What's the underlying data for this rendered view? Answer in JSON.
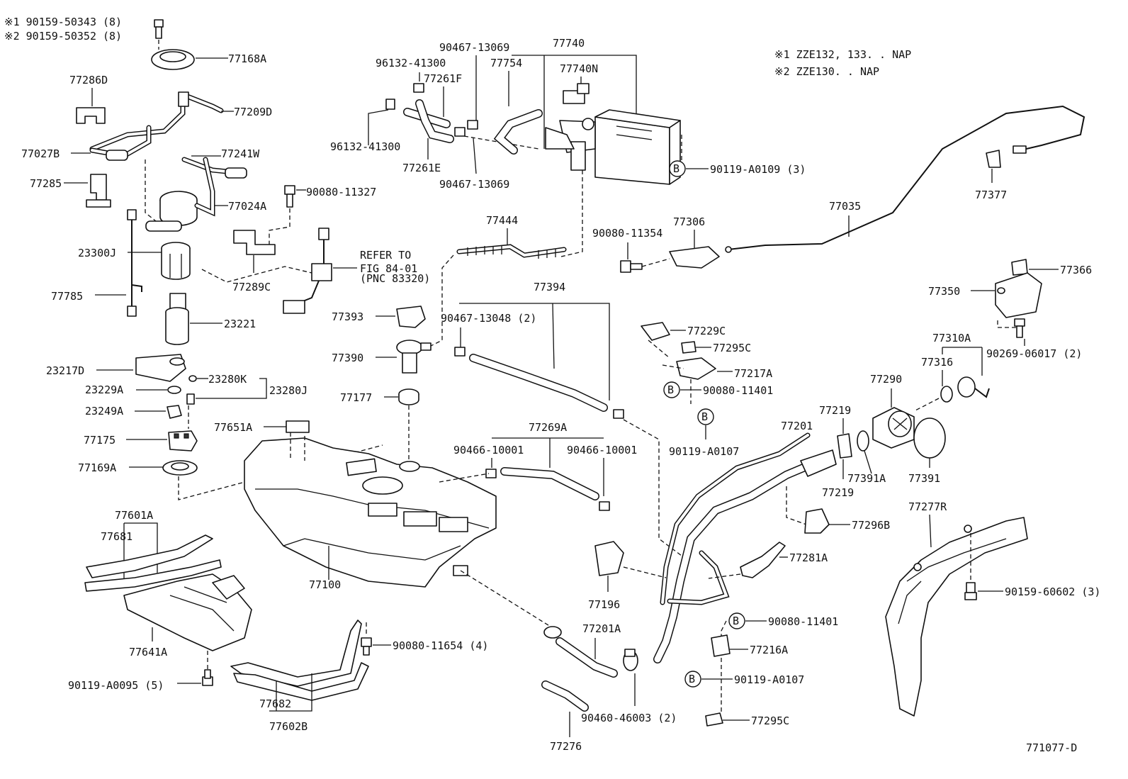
{
  "notes": {
    "tl_line1": "※1  90159-50343 (8)",
    "tl_line2": "※2  90159-50352 (8)",
    "tr_line1": "※1  ZZE132, 133. . NAP",
    "tr_line2": "※2  ZZE130. . NAP",
    "footer_code": "771077-D"
  },
  "refer": {
    "line1": "REFER TO",
    "line2": "FIG 84-01",
    "line3": "(PNC 83320)"
  },
  "bubble_letter": "B",
  "labels": {
    "p77168A": "77168A",
    "p77286D": "77286D",
    "p77209D": "77209D",
    "p77027B": "77027B",
    "p77241W": "77241W",
    "p77285": "77285",
    "p77024A": "77024A",
    "p90080_11327": "90080-11327",
    "p23300J": "23300J",
    "p77289C": "77289C",
    "p77785": "77785",
    "p23221": "23221",
    "p23217D": "23217D",
    "p23280K": "23280K",
    "p23280J": "23280J",
    "p23229A": "23229A",
    "p23249A": "23249A",
    "p77175": "77175",
    "p77169A": "77169A",
    "p77651A": "77651A",
    "p77601A": "77601A",
    "p77681": "77681",
    "p77641A": "77641A",
    "p90119_A0095": "90119-A0095 (5)",
    "p77100": "77100",
    "p90080_11654": "90080-11654 (4)",
    "p77682": "77682",
    "p77602B": "77602B",
    "p96132_41300a": "96132-41300",
    "p96132_41300b": "96132-41300",
    "p77261F": "77261F",
    "p77261E": "77261E",
    "p90467_13069a": "90467-13069",
    "p90467_13069b": "90467-13069",
    "p77754": "77754",
    "p77740": "77740",
    "p77740N": "77740N",
    "p90119_A0109": "90119-A0109 (3)",
    "p77444": "77444",
    "p77394": "77394",
    "p90467_13048": "90467-13048 (2)",
    "p77393": "77393",
    "p77390": "77390",
    "p77177": "77177",
    "p77269A": "77269A",
    "p90466_10001a": "90466-10001",
    "p90466_10001b": "90466-10001",
    "p90080_11354": "90080-11354",
    "p77306": "77306",
    "p77035": "77035",
    "p77377": "77377",
    "p77366": "77366",
    "p77350": "77350",
    "p90269_06017": "90269-06017 (2)",
    "p77229C": "77229C",
    "p77295Ca": "77295C",
    "p77217A": "77217A",
    "p90080_11401a": "90080-11401",
    "p90119_A0107a": "90119-A0107",
    "p77310A": "77310A",
    "p77316": "77316",
    "p77290": "77290",
    "p77219a": "77219",
    "p77219b": "77219",
    "p77201": "77201",
    "p77391A": "77391A",
    "p77391": "77391",
    "p77296B": "77296B",
    "p77277R": "77277R",
    "p77281A": "77281A",
    "p77196": "77196",
    "p90159_60602": "90159-60602 (3)",
    "p77201A": "77201A",
    "p77276": "77276",
    "p90460_46003": "90460-46003 (2)",
    "p90080_11401b": "90080-11401",
    "p77216A": "77216A",
    "p90119_A0107b": "90119-A0107",
    "p77295Cb": "77295C"
  }
}
